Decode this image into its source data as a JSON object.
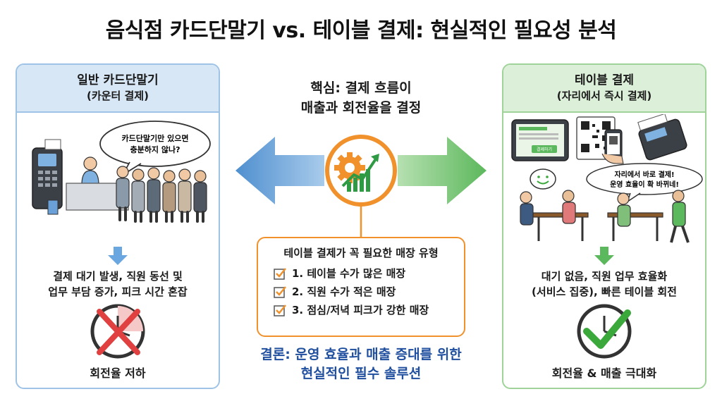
{
  "title": "음식점 카드단말기 vs. 테이블 결제: 현실적인 필요성 분석",
  "left_panel": {
    "heading": "일반 카드단말기",
    "subheading": "(카운터 결제)",
    "speech_bubble": [
      "카드단말기만 있으면",
      "충분하지 않나?"
    ],
    "description": [
      "결제 대기 발생, 직원 동선 및",
      "업무 부담 증가, 피크 시간 혼잡"
    ],
    "result": "회전율 저하",
    "accent_color": "#9fc3e6",
    "icons": [
      "card-terminal-icon",
      "queue-people-icon",
      "cashier-icon",
      "down-arrow-icon",
      "clock-cross-icon"
    ]
  },
  "right_panel": {
    "heading": "테이블 결제",
    "subheading": "(자리에서 즉시 결제)",
    "tablet_button": "결제하기",
    "speech_bubble": [
      "자리에서 바로 결제!",
      "운영 효율이 확 바뀌네!"
    ],
    "description": [
      "대기 없음, 직원 업무 효율화",
      "(서비스 집중), 빠른 테이블 회전"
    ],
    "result": "회전율 & 매출 극대화",
    "accent_color": "#9fd39a",
    "icons": [
      "tablet-icon",
      "qr-code-icon",
      "smartphone-icon",
      "portable-terminal-icon",
      "diners-icon",
      "down-arrow-icon",
      "clock-check-icon"
    ]
  },
  "center": {
    "heading": [
      "핵심: 결제 흐름이",
      "매출과 회전율을 결정"
    ],
    "icons": [
      "left-arrow-icon",
      "right-arrow-icon",
      "gear-growth-icon"
    ],
    "types_box": {
      "title": "테이블 결제가 꼭 필요한 매장 유형",
      "items": [
        "1. 테이블 수가 많은 매장",
        "2. 직원 수가 적은 매장",
        "3. 점심/저녁 피크가 강한 매장"
      ]
    },
    "conclusion": [
      "결론: 운영 효율과 매출 증대를 위한",
      "현실적인 필수 솔루션"
    ]
  },
  "colors": {
    "blue_arrow": "#4f8fcf",
    "green_arrow": "#5cb85c",
    "orange": "#f0912c",
    "red_x": "#e04040",
    "check_green": "#3aa83a",
    "conclusion_text": "#1f4f9e"
  }
}
